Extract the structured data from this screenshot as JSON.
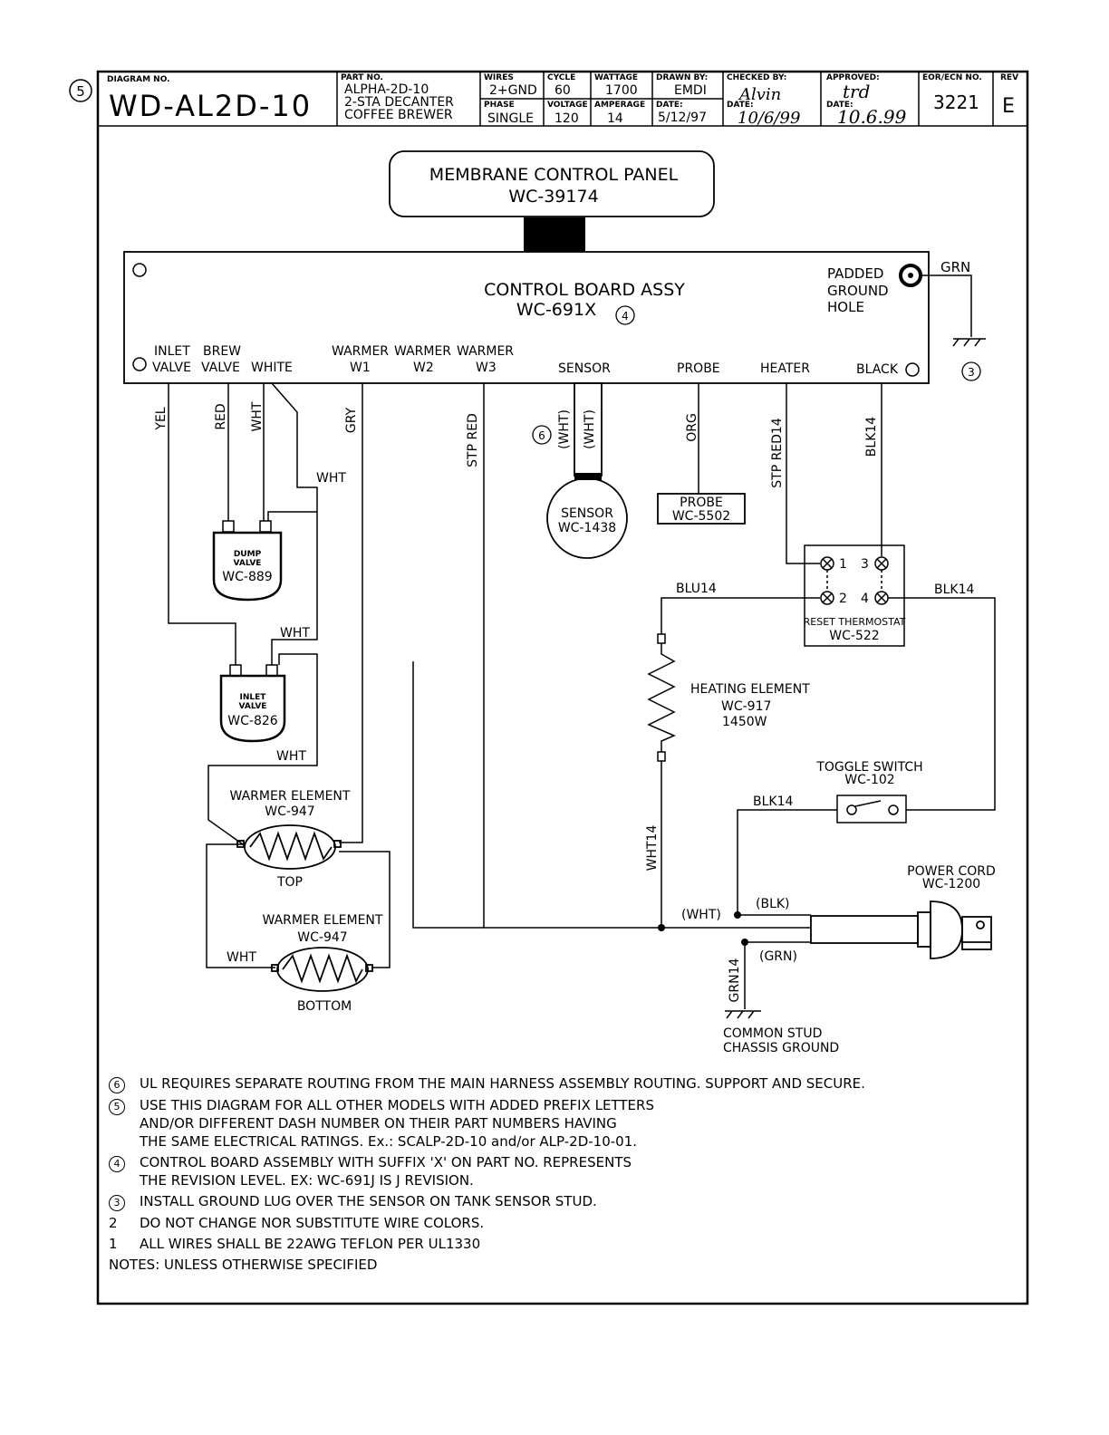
{
  "title_block": {
    "diagram_no_label": "DIAGRAM NO.",
    "diagram_no": "WD-AL2D-10",
    "part_no_label": "PART NO.",
    "part_no": "ALPHA-2D-10",
    "part_desc_1": "2-STA DECANTER",
    "part_desc_2": "COFFEE BREWER",
    "wires_label": "WIRES",
    "wires": "2+GND",
    "phase_label": "PHASE",
    "phase": "SINGLE",
    "cycle_label": "CYCLE",
    "cycle": "60",
    "voltage_label": "VOLTAGE",
    "voltage": "120",
    "wattage_label": "WATTAGE",
    "wattage": "1700",
    "amperage_label": "AMPERAGE",
    "amperage": "14",
    "drawn_by_label": "DRAWN BY:",
    "drawn_by": "EMDI",
    "date_label": "DATE:",
    "drawn_date": "5/12/97",
    "checked_by_label": "CHECKED BY:",
    "checked_by": "Alvin",
    "checked_date": "10/6/99",
    "approved_label": "APPROVED:",
    "approved_by": "trd",
    "approved_date": "10.6.99",
    "eor_label": "EOR/ECN NO.",
    "eor": "3221",
    "rev_label": "REV",
    "rev": "E",
    "note_marker": "5"
  },
  "components": {
    "membrane_panel": {
      "name": "MEMBRANE CONTROL PANEL",
      "part": "WC-39174"
    },
    "control_board": {
      "name": "CONTROL BOARD ASSY",
      "part": "WC-691X",
      "note_marker": "4"
    },
    "ground_hole": {
      "line1": "PADDED",
      "line2": "GROUND",
      "line3": "HOLE",
      "wire": "GRN",
      "note_marker": "3"
    },
    "terminals": {
      "inlet_1": "INLET",
      "inlet_2": "VALVE",
      "brew_1": "BREW",
      "brew_2": "VALVE",
      "white": "WHITE",
      "w1_1": "WARMER",
      "w1_2": "W1",
      "w2_1": "WARMER",
      "w2_2": "W2",
      "w3_1": "WARMER",
      "w3_2": "W3",
      "sensor": "SENSOR",
      "probe": "PROBE",
      "heater": "HEATER",
      "black": "BLACK"
    },
    "dump_valve": {
      "line1": "DUMP",
      "line2": "VALVE",
      "part": "WC-889"
    },
    "inlet_valve": {
      "line1": "INLET",
      "line2": "VALVE",
      "part": "WC-826"
    },
    "sensor": {
      "name": "SENSOR",
      "part": "WC-1438",
      "note_marker": "6"
    },
    "probe": {
      "name": "PROBE",
      "part": "WC-5502"
    },
    "thermostat": {
      "name": "RESET THERMOSTAT",
      "part": "WC-522",
      "t1": "1",
      "t2": "2",
      "t3": "3",
      "t4": "4"
    },
    "heating_element": {
      "name": "HEATING ELEMENT",
      "part": "WC-917",
      "rating": "1450W"
    },
    "toggle_switch": {
      "name": "TOGGLE SWITCH",
      "part": "WC-102"
    },
    "warmer_top": {
      "name": "WARMER ELEMENT",
      "part": "WC-947",
      "position": "TOP"
    },
    "warmer_bottom": {
      "name": "WARMER ELEMENT",
      "part": "WC-947",
      "position": "BOTTOM"
    },
    "power_cord": {
      "name": "POWER CORD",
      "part": "WC-1200"
    },
    "chassis_ground": {
      "line1": "COMMON STUD",
      "line2": "CHASSIS GROUND"
    }
  },
  "wires": {
    "yel": "YEL",
    "red": "RED",
    "wht_brew": "WHT",
    "gry": "GRY",
    "wht_white": "WHT",
    "stp_red": "STP RED",
    "sensor_a": "(WHT)",
    "sensor_b": "(WHT)",
    "org": "ORG",
    "stp_red14": "STP RED14",
    "blk14_top": "BLK14",
    "blu14": "BLU14",
    "blk14_right": "BLK14",
    "wht_inlet": "WHT",
    "wht_inlet2": "WHT",
    "wht_bottom": "WHT",
    "blk14_switch": "BLK14",
    "wht14": "WHT14",
    "cord_wht": "(WHT)",
    "cord_blk": "(BLK)",
    "cord_grn": "(GRN)",
    "grn14": "GRN14"
  },
  "notes": [
    {
      "marker": "6",
      "circled": true,
      "text": "UL REQUIRES SEPARATE ROUTING FROM THE MAIN HARNESS ASSEMBLY ROUTING.  SUPPORT AND SECURE."
    },
    {
      "marker": "5",
      "circled": true,
      "text": "USE THIS DIAGRAM FOR ALL OTHER MODELS WITH ADDED PREFIX LETTERS\nAND/OR DIFFERENT DASH NUMBER ON THEIR PART NUMBERS HAVING\nTHE SAME ELECTRICAL RATINGS. Ex.:  SCALP-2D-10 and/or ALP-2D-10-01."
    },
    {
      "marker": "4",
      "circled": true,
      "text": "CONTROL BOARD ASSEMBLY  WITH SUFFIX 'X' ON PART NO. REPRESENTS\nTHE REVISION LEVEL. EX: WC-691J IS J REVISION."
    },
    {
      "marker": "3",
      "circled": true,
      "text": "INSTALL GROUND LUG OVER THE SENSOR ON TANK SENSOR STUD."
    },
    {
      "marker": "2",
      "circled": false,
      "text": "DO NOT CHANGE NOR SUBSTITUTE WIRE COLORS."
    },
    {
      "marker": "1",
      "circled": false,
      "text": "ALL WIRES SHALL BE 22AWG TEFLON PER UL1330"
    }
  ],
  "notes_footer": "NOTES: UNLESS OTHERWISE SPECIFIED"
}
